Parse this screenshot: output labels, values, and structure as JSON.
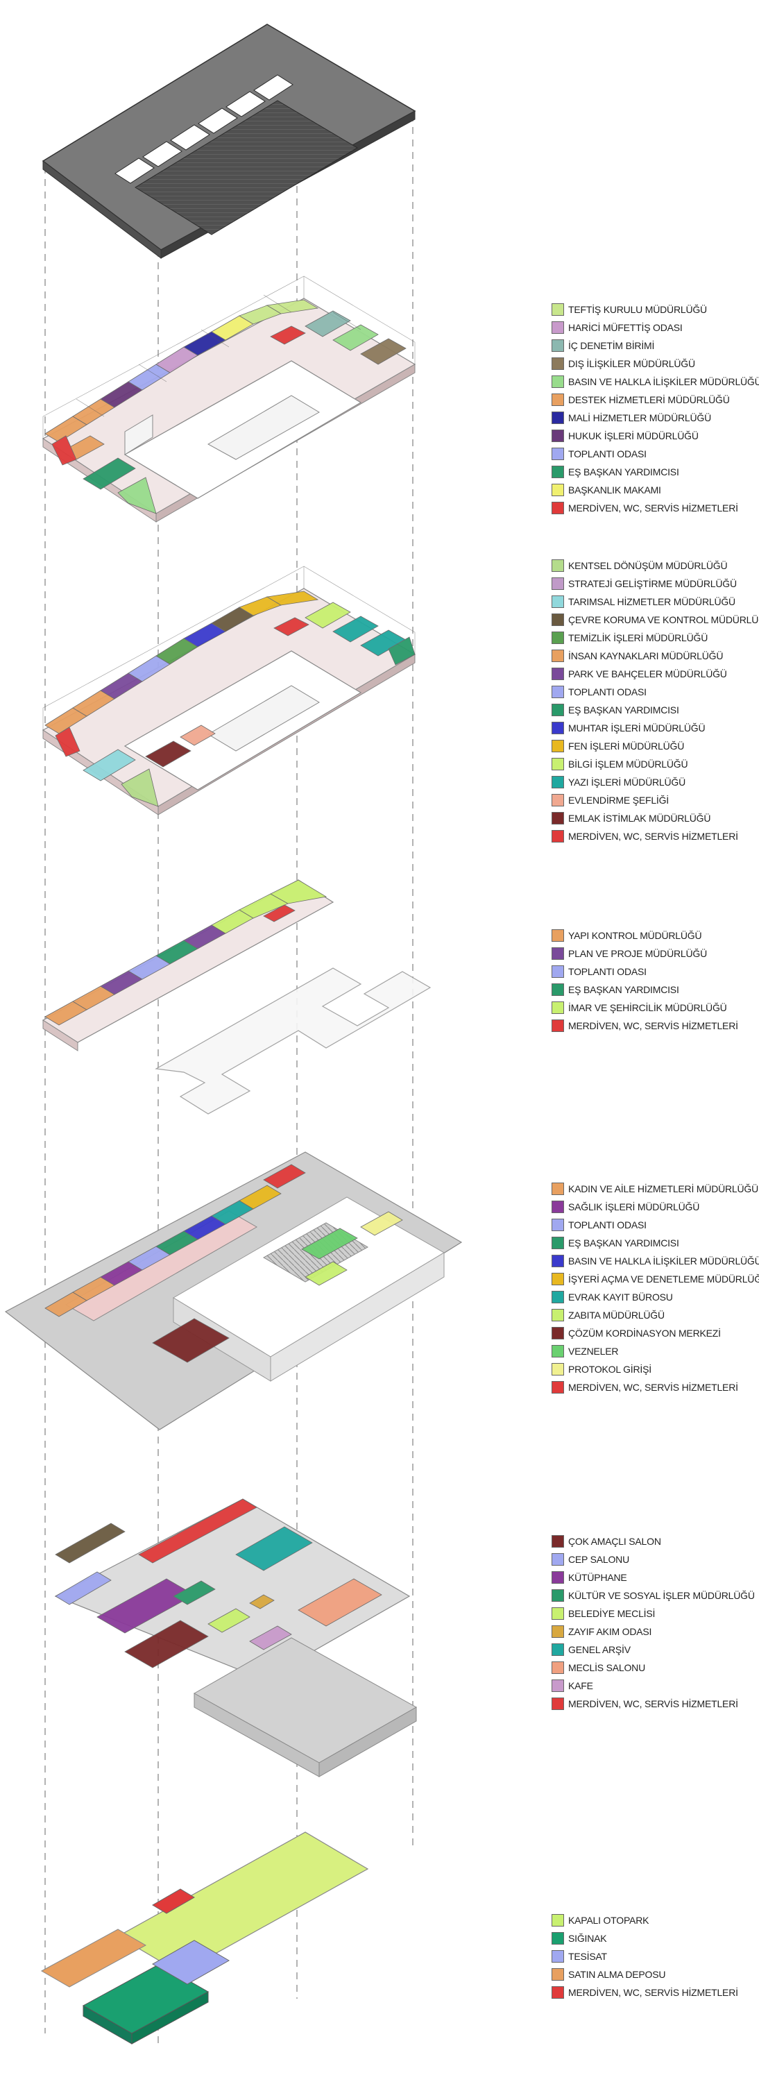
{
  "levels": [
    {
      "id": "roof",
      "legend": []
    },
    {
      "id": "floor-3",
      "legend": [
        {
          "label": "TEFTİŞ KURULU MÜDÜRLÜĞÜ",
          "color": "#c8e68c"
        },
        {
          "label": "HARİCİ MÜFETTİŞ ODASI",
          "color": "#c89acb"
        },
        {
          "label": "İÇ DENETİM BİRİMİ",
          "color": "#8cb8b0"
        },
        {
          "label": "DIŞ İLİŞKİLER MÜDÜRLÜĞÜ",
          "color": "#8c7a5c"
        },
        {
          "label": "BASIN VE HALKLA İLİŞKİLER MÜDÜRLÜĞÜ",
          "color": "#98dc8c"
        },
        {
          "label": "DESTEK HİZMETLERİ MÜDÜRLÜĞÜ",
          "color": "#e8a060"
        },
        {
          "label": "MALİ HİZMETLER MÜDÜRLÜĞÜ",
          "color": "#2a2aa0"
        },
        {
          "label": "HUKUK İŞLERİ MÜDÜRLÜĞÜ",
          "color": "#6a3a7a"
        },
        {
          "label": "TOPLANTI ODASI",
          "color": "#a0a8f0"
        },
        {
          "label": "EŞ BAŞKAN YARDIMCISI",
          "color": "#2a9a6a"
        },
        {
          "label": "BAŞKANLIK MAKAMI",
          "color": "#f0f070"
        },
        {
          "label": "MERDİVEN, WC, SERVİS HİZMETLERİ",
          "color": "#e03a3a"
        }
      ]
    },
    {
      "id": "floor-2",
      "legend": [
        {
          "label": "KENTSEL DÖNÜŞÜM MÜDÜRLÜĞÜ",
          "color": "#b4dc8c"
        },
        {
          "label": "STRATEJİ GELİŞTİRME MÜDÜRLÜĞÜ",
          "color": "#c09ac8"
        },
        {
          "label": "TARIMSAL HİZMETLER MÜDÜRLÜĞÜ",
          "color": "#90d8dc"
        },
        {
          "label": "ÇEVRE KORUMA VE KONTROL MÜDÜRLÜĞÜ",
          "color": "#6a5a40"
        },
        {
          "label": "TEMİZLİK İŞLERİ MÜDÜRLÜĞÜ",
          "color": "#5aa050"
        },
        {
          "label": "İNSAN KAYNAKLARI MÜDÜRLÜĞÜ",
          "color": "#e8a060"
        },
        {
          "label": "PARK VE BAHÇELER MÜDÜRLÜĞÜ",
          "color": "#7a4a9a"
        },
        {
          "label": "TOPLANTI ODASI",
          "color": "#a0a8f0"
        },
        {
          "label": "EŞ BAŞKAN YARDIMCISI",
          "color": "#2a9a6a"
        },
        {
          "label": "MUHTAR İŞLERİ MÜDÜRLÜĞÜ",
          "color": "#3a3acc"
        },
        {
          "label": "FEN İŞLERİ MÜDÜRLÜĞÜ",
          "color": "#e8b820"
        },
        {
          "label": "BİLGİ İŞLEM MÜDÜRLÜĞÜ",
          "color": "#c8f070"
        },
        {
          "label": "YAZI İŞLERİ MÜDÜRLÜĞÜ",
          "color": "#20a8a0"
        },
        {
          "label": "EVLENDİRME ŞEFLİĞİ",
          "color": "#f0a890"
        },
        {
          "label": "EMLAK İSTİMLAK MÜDÜRLÜĞÜ",
          "color": "#7a2a2a"
        },
        {
          "label": "MERDİVEN, WC, SERVİS HİZMETLERİ",
          "color": "#e03a3a"
        }
      ]
    },
    {
      "id": "floor-1",
      "legend": [
        {
          "label": "YAPI KONTROL MÜDÜRLÜĞÜ",
          "color": "#e8a060"
        },
        {
          "label": "PLAN VE PROJE MÜDÜRLÜĞÜ",
          "color": "#7a4a9a"
        },
        {
          "label": "TOPLANTI ODASI",
          "color": "#a0a8f0"
        },
        {
          "label": "EŞ BAŞKAN YARDIMCISI",
          "color": "#2a9a6a"
        },
        {
          "label": "İMAR VE ŞEHİRCİLİK MÜDÜRLÜĞÜ",
          "color": "#c8f070"
        },
        {
          "label": "MERDİVEN, WC, SERVİS HİZMETLERİ",
          "color": "#e03a3a"
        }
      ]
    },
    {
      "id": "ground-floor",
      "legend": [
        {
          "label": "KADIN VE AİLE HİZMETLERİ MÜDÜRLÜĞÜ",
          "color": "#e8a060"
        },
        {
          "label": "SAĞLIK İŞLERİ MÜDÜRLÜĞÜ",
          "color": "#8a3a9a"
        },
        {
          "label": "TOPLANTI ODASI",
          "color": "#a0a8f0"
        },
        {
          "label": "EŞ BAŞKAN YARDIMCISI",
          "color": "#2a9a6a"
        },
        {
          "label": "BASIN VE HALKLA İLİŞKİLER MÜDÜRLÜĞÜ",
          "color": "#3a3acc"
        },
        {
          "label": "İŞYERİ AÇMA VE DENETLEME MÜDÜRLÜĞÜ",
          "color": "#e8b820"
        },
        {
          "label": "EVRAK KAYIT BÜROSU",
          "color": "#20a8a0"
        },
        {
          "label": "ZABITA MÜDÜRLÜĞÜ",
          "color": "#c8f070"
        },
        {
          "label": "ÇÖZÜM KORDİNASYON MERKEZİ",
          "color": "#7a2a2a"
        },
        {
          "label": "VEZNELER",
          "color": "#6ad070"
        },
        {
          "label": "PROTOKOL GİRİŞİ",
          "color": "#f0f090"
        },
        {
          "label": "MERDİVEN, WC, SERVİS HİZMETLERİ",
          "color": "#e03a3a"
        }
      ]
    },
    {
      "id": "basement-1",
      "legend": [
        {
          "label": "ÇOK AMAÇLI SALON",
          "color": "#7a2a2a"
        },
        {
          "label": "CEP SALONU",
          "color": "#a0a8f0"
        },
        {
          "label": "KÜTÜPHANE",
          "color": "#8a3a9a"
        },
        {
          "label": "KÜLTÜR VE SOSYAL İŞLER MÜDÜRLÜĞÜ",
          "color": "#2a9a6a"
        },
        {
          "label": "BELEDİYE MECLİSİ",
          "color": "#c8f070"
        },
        {
          "label": "ZAYIF AKIM ODASI",
          "color": "#d8a840"
        },
        {
          "label": "GENEL ARŞİV",
          "color": "#20a8a0"
        },
        {
          "label": "MECLİS SALONU",
          "color": "#f0a080"
        },
        {
          "label": "KAFE",
          "color": "#c89acb"
        },
        {
          "label": "MERDİVEN, WC, SERVİS HİZMETLERİ",
          "color": "#e03a3a"
        }
      ]
    },
    {
      "id": "basement-2",
      "legend": [
        {
          "label": "KAPALI OTOPARK",
          "color": "#c8f070"
        },
        {
          "label": "SIĞINAK",
          "color": "#1aa070"
        },
        {
          "label": "TESİSAT",
          "color": "#a0a8f0"
        },
        {
          "label": "SATIN ALMA DEPOSU",
          "color": "#e8a060"
        },
        {
          "label": "MERDİVEN, WC, SERVİS HİZMETLERİ",
          "color": "#e03a3a"
        }
      ]
    }
  ]
}
